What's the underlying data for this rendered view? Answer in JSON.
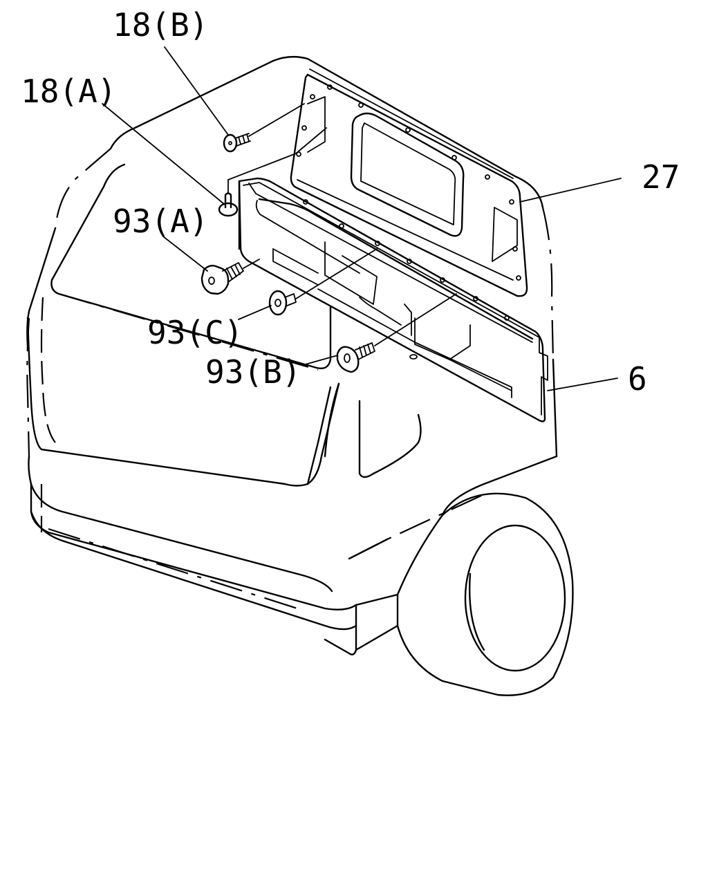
{
  "callouts": {
    "c18b": "18(B)",
    "c18a": "18(A)",
    "c93a": "93(A)",
    "c93c": "93(C)",
    "c93b": "93(B)",
    "c27": "27",
    "c6": "6"
  }
}
